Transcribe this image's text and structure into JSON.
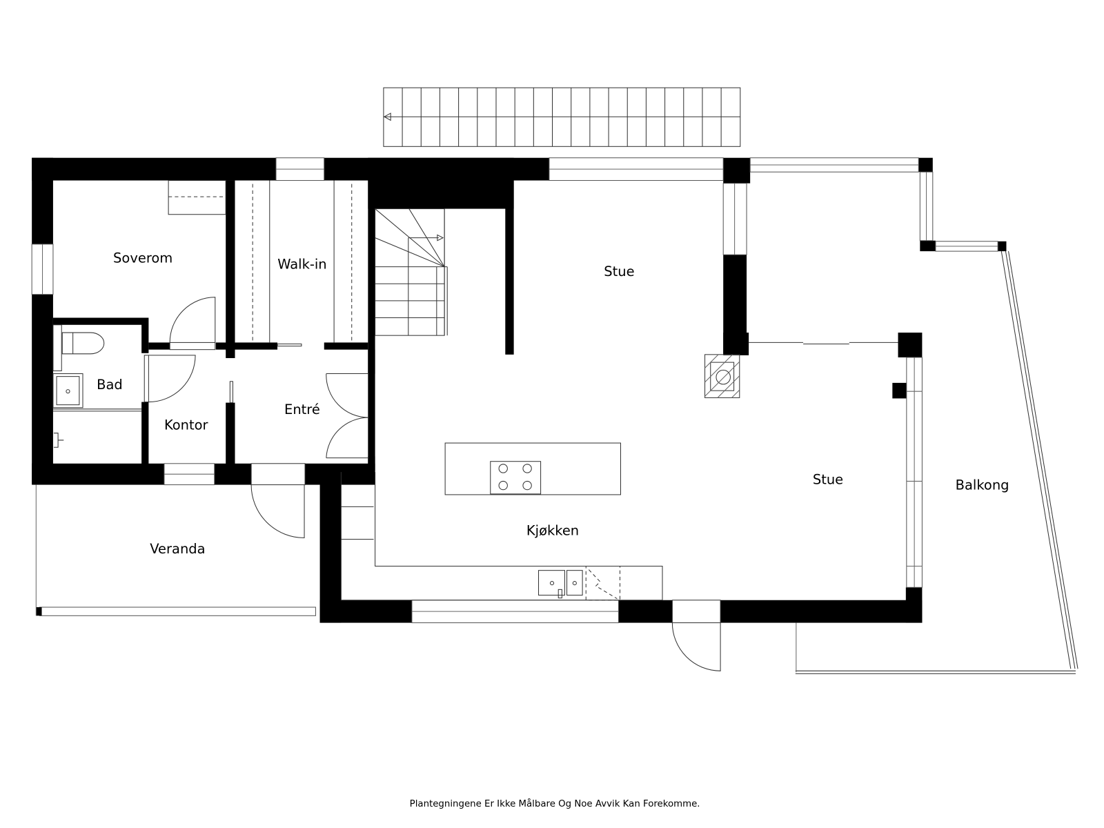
{
  "floor_plan": {
    "rooms": [
      {
        "id": "soverom",
        "label": "Soverom"
      },
      {
        "id": "walk_in",
        "label": "Walk-in"
      },
      {
        "id": "bad",
        "label": "Bad"
      },
      {
        "id": "kontor",
        "label": "Kontor"
      },
      {
        "id": "entre",
        "label": "Entré"
      },
      {
        "id": "veranda",
        "label": "Veranda"
      },
      {
        "id": "stue_upper",
        "label": "Stue"
      },
      {
        "id": "kjokken",
        "label": "Kjøkken"
      },
      {
        "id": "stue_lower",
        "label": "Stue"
      },
      {
        "id": "balkong",
        "label": "Balkong"
      }
    ],
    "features": [
      "exterior-stair",
      "interior-stair",
      "kitchen-island-cooktop",
      "kitchen-sink",
      "fireplace",
      "toilet",
      "washbasin",
      "shower"
    ],
    "colors": {
      "wall": "#000000",
      "background": "#ffffff",
      "line": "#333333"
    }
  },
  "footer": {
    "disclaimer": "Plantegningene Er Ikke Målbare Og Noe Avvik Kan Forekomme."
  }
}
